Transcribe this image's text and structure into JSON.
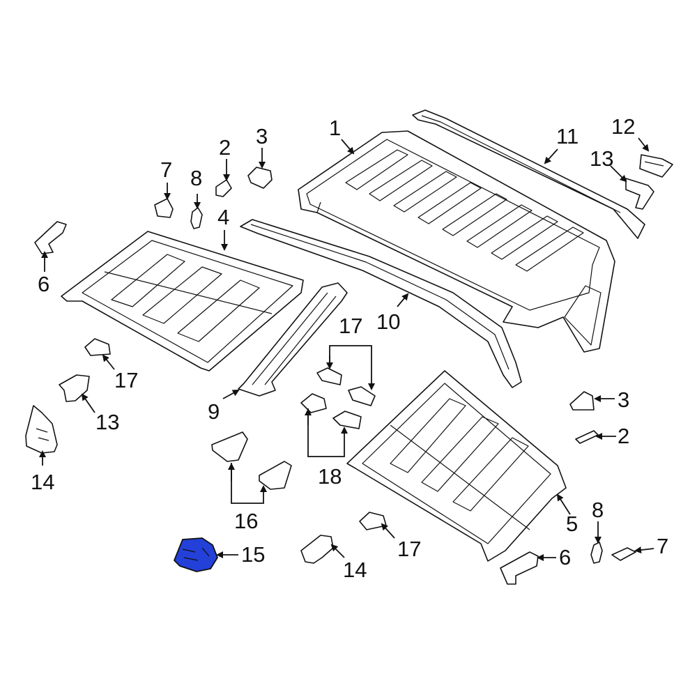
{
  "colors": {
    "line": "#111111",
    "background": "#ffffff",
    "highlight": "#2340d8"
  },
  "callouts": {
    "c1": "1",
    "c2a": "2",
    "c2b": "2",
    "c3a": "3",
    "c3b": "3",
    "c4": "4",
    "c5": "5",
    "c6a": "6",
    "c6b": "6",
    "c7a": "7",
    "c7b": "7",
    "c8a": "8",
    "c8b": "8",
    "c9": "9",
    "c10": "10",
    "c11": "11",
    "c12": "12",
    "c13a": "13",
    "c13b": "13",
    "c14a": "14",
    "c14b": "14",
    "c15": "15",
    "c16": "16",
    "c17a": "17",
    "c17b": "17",
    "c17c": "17",
    "c18": "18"
  }
}
